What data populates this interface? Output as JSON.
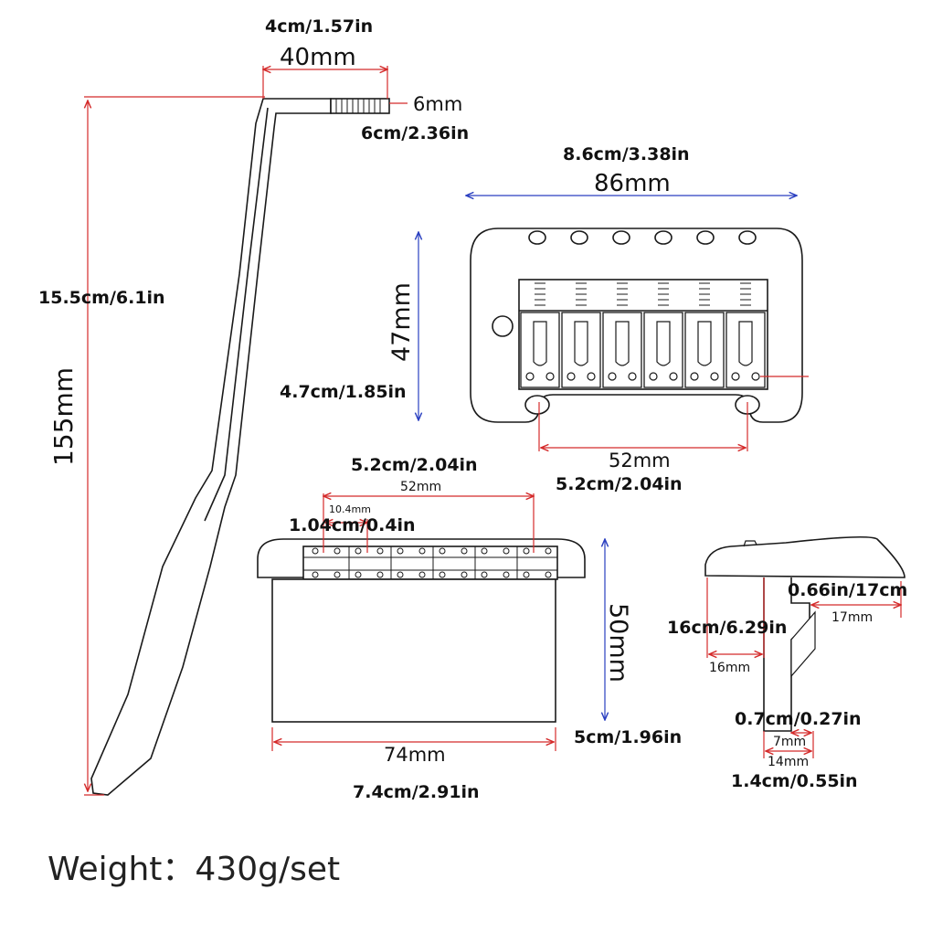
{
  "colors": {
    "dimension_red": "#d42a2a",
    "dimension_blue": "#2a3fc0",
    "outline": "#1a1a1a",
    "text": "#111111"
  },
  "labels": {
    "arm_width_in": "4cm/1.57in",
    "arm_width_mm": "40mm",
    "thread_dia": "6mm",
    "thread_len_in": "6cm/2.36in",
    "arm_len_in": "15.5cm/6.1in",
    "arm_len_mm": "155mm",
    "top_width_in": "8.6cm/3.38in",
    "top_width_mm": "86mm",
    "top_height_mm": "47mm",
    "top_height_in": "4.7cm/1.85in",
    "post_spacing_mm": "52mm",
    "post_spacing_in": "5.2cm/2.04in",
    "front_span_in": "5.2cm/2.04in",
    "front_span_mm": "52mm",
    "string_spacing_mm": "10.4mm",
    "string_spacing_in": "1.04cm/0.4in",
    "block_height_mm": "50mm",
    "block_height_in": "5cm/1.96in",
    "block_width_mm": "74mm",
    "block_width_in": "7.4cm/2.91in",
    "side_top_in": "0.66in/17cm",
    "side_top_mm": "17mm",
    "side_left_in": "16cm/6.29in",
    "side_left_mm": "16mm",
    "side_bottom_in": "0.7cm/0.27in",
    "side_bottom_mm": "7mm",
    "side_base_mm": "14mm",
    "side_base_in": "1.4cm/0.55in"
  },
  "weight": "Weight：430g/set"
}
